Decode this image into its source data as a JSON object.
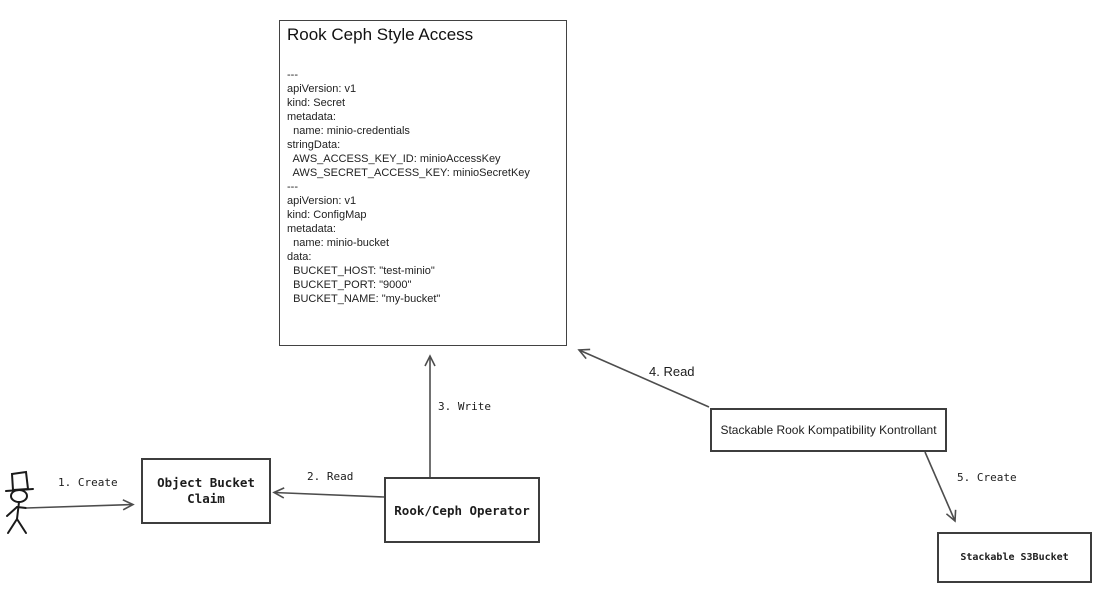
{
  "diagram": {
    "yaml_box": {
      "title": "Rook Ceph Style Access",
      "lines": [
        "---",
        "apiVersion: v1",
        "kind: Secret",
        "metadata:",
        "  name: minio-credentials",
        "stringData:",
        "  AWS_ACCESS_KEY_ID: minioAccessKey",
        "  AWS_SECRET_ACCESS_KEY: minioSecretKey",
        "---",
        "apiVersion: v1",
        "kind: ConfigMap",
        "metadata:",
        "  name: minio-bucket",
        "data:",
        "  BUCKET_HOST: \"test-minio\"",
        "  BUCKET_PORT: \"9000\"",
        "  BUCKET_NAME: \"my-bucket\""
      ]
    },
    "nodes": {
      "object_bucket_claim": {
        "label": "Object Bucket Claim"
      },
      "rook_ceph_operator": {
        "label": "Rook/Ceph Operator"
      },
      "stackable_kontrollant": {
        "label": "Stackable Rook Kompatibility Kontrollant"
      },
      "stackable_s3bucket": {
        "label": "Stackable S3Bucket"
      }
    },
    "edges": {
      "create_obc": {
        "label": "1. Create"
      },
      "read_obc": {
        "label": "2. Read"
      },
      "write_yaml": {
        "label": "3. Write"
      },
      "read_yaml": {
        "label": "4. Read"
      },
      "create_s3bucket": {
        "label": "5. Create"
      }
    },
    "colors": {
      "line": "#4d4d4d",
      "border": "#3d3d3d",
      "text": "#1c1c1c",
      "background": "#ffffff"
    }
  }
}
